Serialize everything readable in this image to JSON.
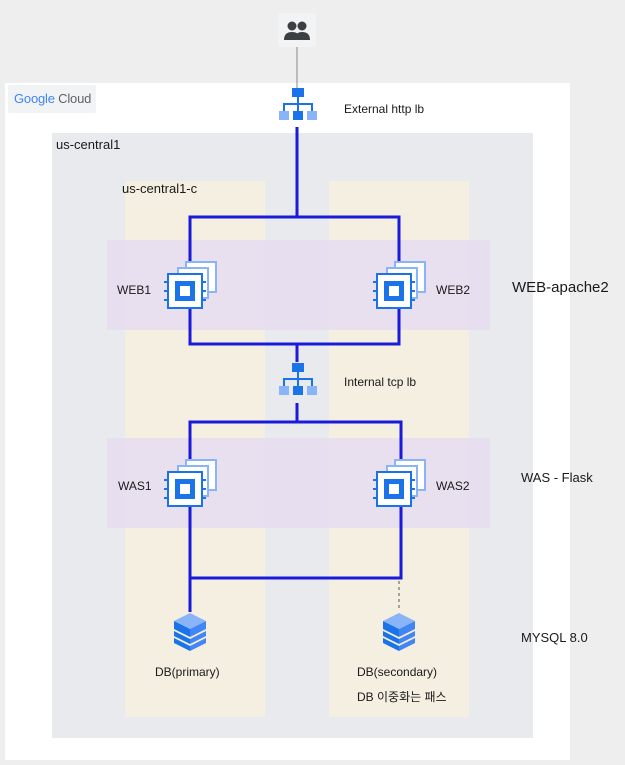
{
  "header": {
    "logo_google": "Google",
    "logo_cloud": "Cloud"
  },
  "region": {
    "label": "us-central1"
  },
  "zone": {
    "label": "us-central1-c"
  },
  "nodes": {
    "users": {
      "icon": "users-icon"
    },
    "external_lb": {
      "label": "External http lb",
      "icon": "load-balancer-icon"
    },
    "internal_lb": {
      "label": "Internal tcp lb",
      "icon": "load-balancer-icon"
    },
    "web1": {
      "label": "WEB1",
      "icon": "compute-engine-icon"
    },
    "web2": {
      "label": "WEB2",
      "icon": "compute-engine-icon"
    },
    "was1": {
      "label": "WAS1",
      "icon": "compute-engine-icon"
    },
    "was2": {
      "label": "WAS2",
      "icon": "compute-engine-icon"
    },
    "db_primary": {
      "label": "DB(primary)",
      "icon": "database-icon"
    },
    "db_secondary": {
      "label": "DB(secondary)",
      "note": "DB 이중화는 패스",
      "icon": "database-icon"
    }
  },
  "tiers": {
    "web": "WEB-apache2",
    "was": "WAS - Flask",
    "db": "MYSQL 8.0"
  },
  "colors": {
    "wire": "#1a1adb",
    "icon_dark": "#1a73e8",
    "icon_light": "#8ab4f8",
    "tier_band": "#e6def0",
    "zone_band": "#f4efe0",
    "region": "#e8eaed"
  }
}
